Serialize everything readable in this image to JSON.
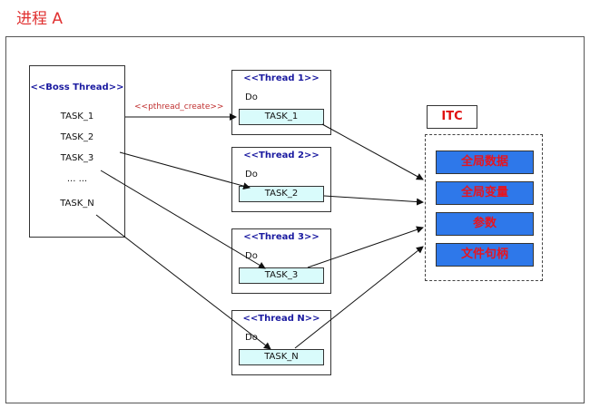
{
  "title": "进程 A",
  "boss": {
    "title": "<<Boss Thread>>",
    "tasks": [
      "TASK_1",
      "TASK_2",
      "TASK_3",
      "... ...",
      "TASK_N"
    ]
  },
  "create_label": "<<pthread_create>>",
  "threads": [
    {
      "title": "<<Thread 1>>",
      "do": "Do",
      "task": "TASK_1"
    },
    {
      "title": "<<Thread 2>>",
      "do": "Do",
      "task": "TASK_2"
    },
    {
      "title": "<<Thread 3>>",
      "do": "Do",
      "task": "TASK_3"
    },
    {
      "title": "<<Thread N>>",
      "do": "Do",
      "task": "TASK_N"
    }
  ],
  "itc": {
    "title": "ITC",
    "items": [
      "全局数据",
      "全局变量",
      "参数",
      "文件句柄"
    ]
  },
  "colors": {
    "title_red": "#e03030",
    "heading_blue": "#1a1aa0",
    "task_fill": "#d9fbfb",
    "itc_fill": "#2e78ea",
    "itc_text": "#e8141e"
  }
}
